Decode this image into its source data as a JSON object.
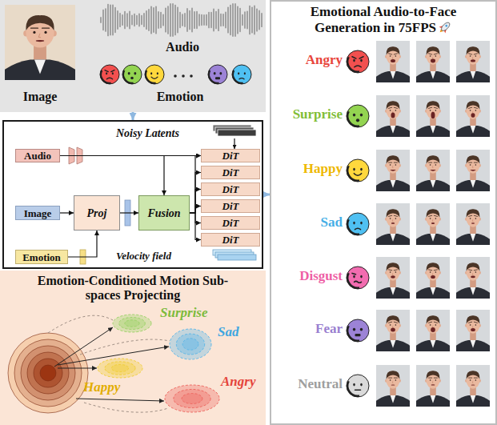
{
  "diagram": {
    "nodes": [
      {
        "text": [
          "Image",
          "Audio",
          "Emotion"
        ]
      },
      {
        "text": [
          "Noisy Latents",
          "Velocity field"
        ]
      },
      {
        "text": [
          "Audio"
        ],
        "in": 1
      },
      {
        "text": [
          "Image"
        ],
        "in": 1
      },
      {
        "text": [
          "Emotion"
        ],
        "in": 1
      },
      {
        "text": [
          "Proj"
        ],
        "in": 1
      },
      {
        "text": [
          "Fusion"
        ],
        "in": 1
      },
      {
        "text": [
          "DiT"
        ],
        "in": 1
      },
      {
        "text": [
          "DiT"
        ],
        "in": 1
      },
      {
        "text": [
          "DiT"
        ],
        "in": 1
      },
      {
        "text": [
          "DiT"
        ],
        "in": 1
      },
      {
        "text": [
          "DiT"
        ],
        "in": 1
      },
      {
        "text": [
          "DiT"
        ],
        "in": 1
      },
      {
        "text": [
          "Emotion-Conditioned Motion Sub-spaces Projecting"
        ]
      },
      {
        "text": [
          "Emotional Audio-to-Face Generation in 75FPS"
        ]
      }
    ],
    "edges": [
      {
        "from": 0,
        "to": 1,
        "arrow": "to"
      },
      {
        "from": 2,
        "to": 7,
        "arrow": "to"
      },
      {
        "from": 2,
        "to": 6,
        "arrow": "to"
      },
      {
        "from": 3,
        "to": 5,
        "arrow": "to"
      },
      {
        "from": 4,
        "to": 5,
        "arrow": "to"
      },
      {
        "from": 5,
        "to": 6,
        "arrow": "to"
      },
      {
        "from": 6,
        "to": 7,
        "arrow": "to"
      },
      {
        "from": 6,
        "to": 8,
        "arrow": "to"
      },
      {
        "from": 6,
        "to": 9,
        "arrow": "to"
      },
      {
        "from": 6,
        "to": 10,
        "arrow": "to"
      },
      {
        "from": 6,
        "to": 11,
        "arrow": "to"
      },
      {
        "from": 6,
        "to": 12,
        "arrow": "to"
      },
      {
        "from": 1,
        "to": 14,
        "arrow": "to"
      }
    ],
    "labels": [
      "Surprise",
      "Sad",
      "Happy",
      "Angry",
      "Angry",
      "Surprise",
      "Happy",
      "Sad",
      "Disgust",
      "Fear",
      "Neutral"
    ]
  }
}
